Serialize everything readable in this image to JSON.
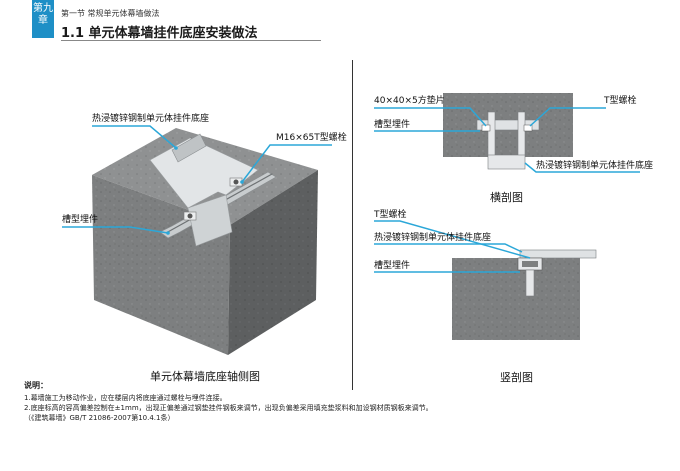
{
  "header": {
    "chapter_tab": "第九章",
    "section_label": "第一节 常规单元体幕墙做法",
    "title": "1.1 单元体幕墙挂件底座安装做法"
  },
  "axonometric": {
    "label_base": "热浸镀锌钢制单元体挂件底座",
    "label_bolt": "M16×65T型螺栓",
    "label_channel": "槽型埋件",
    "caption": "单元体幕墙底座轴侧图"
  },
  "cross_section": {
    "label_pad": "40×40×5方垫片",
    "label_tbolt": "T型螺栓",
    "label_channel": "槽型埋件",
    "label_base": "热浸镀锌钢制单元体挂件底座",
    "caption": "横剖图"
  },
  "vertical_section": {
    "label_tbolt": "T型螺栓",
    "label_base": "热浸镀锌钢制单元体挂件底座",
    "label_channel": "槽型埋件",
    "caption": "竖剖图"
  },
  "notes": {
    "heading": "说明：",
    "items": [
      "1.幕墙施工为移动作业，应在楼层内将底座通过螺栓与埋件连接。",
      "2.底座标高的容高偏差控制在±1mm，出现正偏差通过钢垫挂件钢板来调节，出现负偏差采用填充垫浆料和加设钢材质钢板来调节。",
      "（《建筑幕墙》GB/T 21086-2007第10.4.1条）"
    ]
  },
  "colors": {
    "accent_tab": "#1e8fc6",
    "concrete": "#7d7f80",
    "steel": "#d4d8da",
    "leader": "#2ba7d8"
  }
}
